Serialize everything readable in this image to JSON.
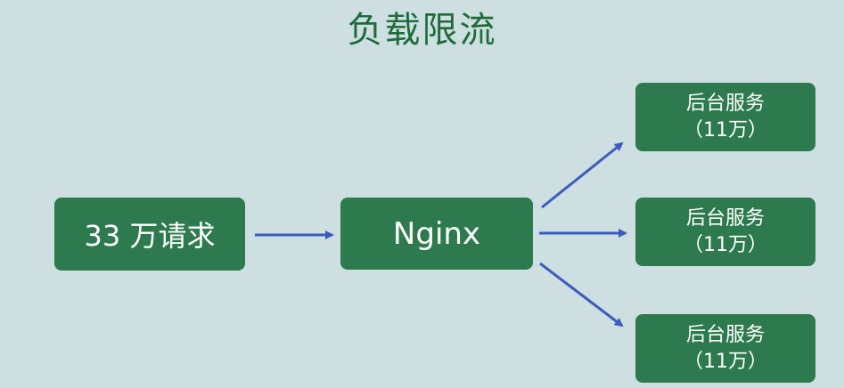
{
  "title": "负载限流",
  "source": {
    "label": "33 万请求"
  },
  "proxy": {
    "label": "Nginx"
  },
  "backends": [
    {
      "name": "后台服务",
      "capacity": "（11万）"
    },
    {
      "name": "后台服务",
      "capacity": "（11万）"
    },
    {
      "name": "后台服务",
      "capacity": "（11万）"
    }
  ],
  "colors": {
    "background": "#cddfe0",
    "box": "#2d7a4e",
    "title": "#1f6b3c",
    "arrow": "#3d5bbf"
  }
}
